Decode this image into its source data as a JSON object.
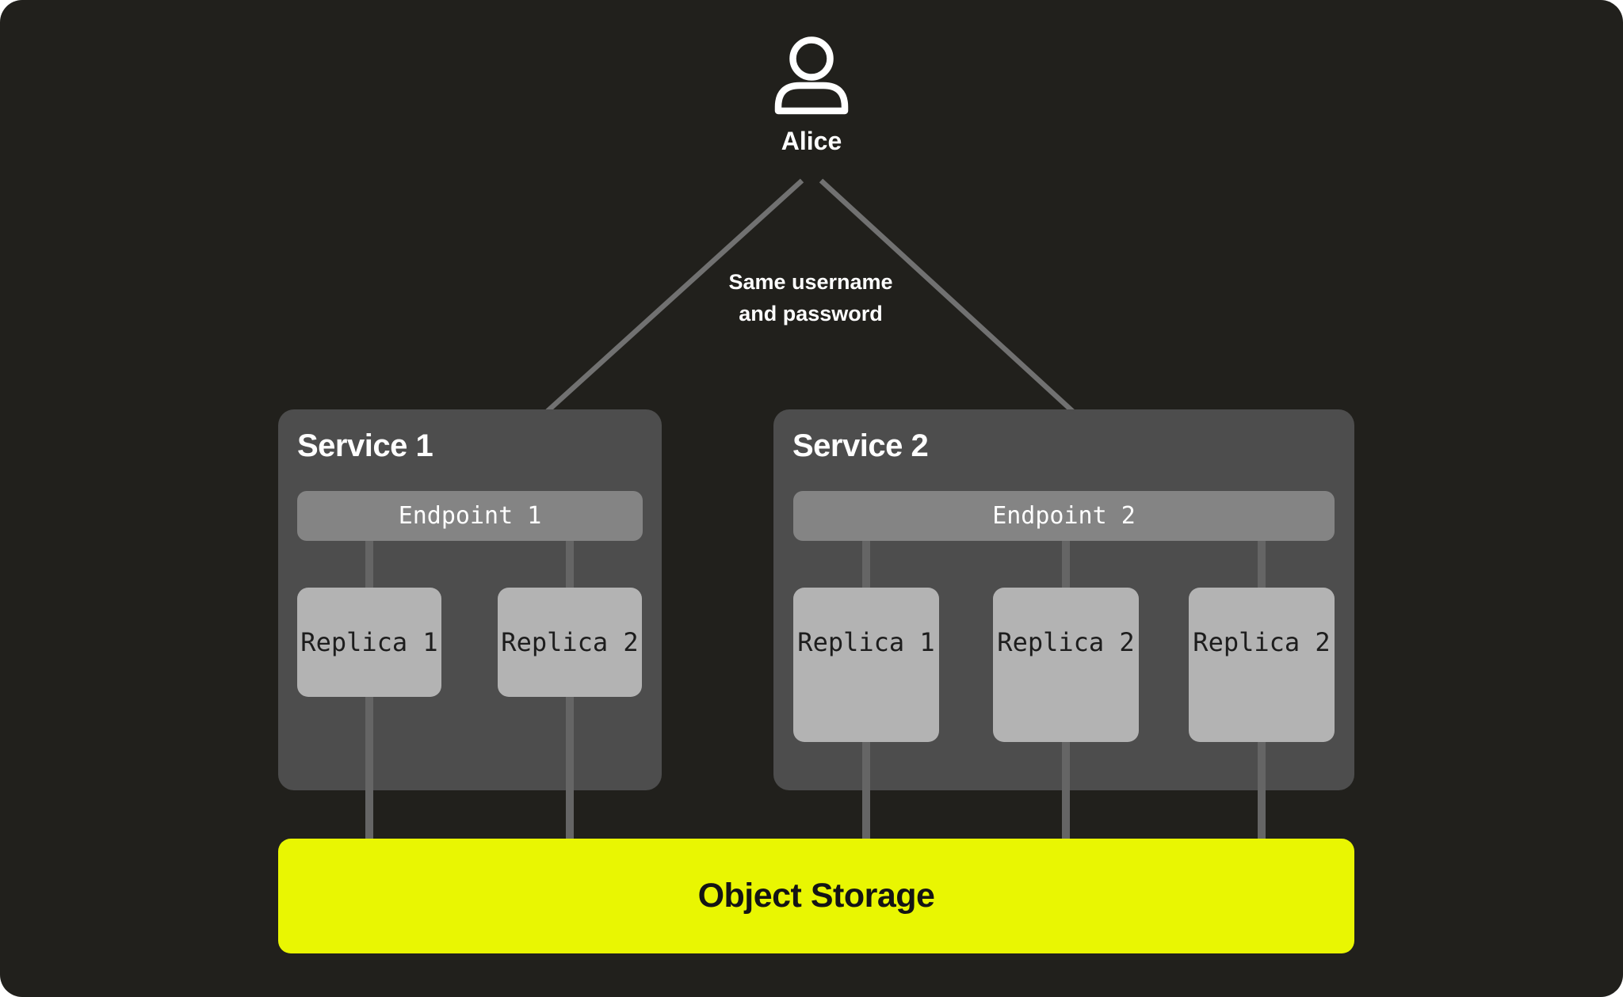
{
  "user": {
    "name": "Alice"
  },
  "annotation": {
    "line1": "Same username",
    "line2": "and password"
  },
  "services": [
    {
      "title": "Service 1",
      "endpoint": "Endpoint 1",
      "replicas": [
        "Replica 1",
        "Replica 2"
      ]
    },
    {
      "title": "Service 2",
      "endpoint": "Endpoint 2",
      "replicas": [
        "Replica 1",
        "Replica 2",
        "Replica 2"
      ]
    }
  ],
  "storage": {
    "label": "Object Storage"
  },
  "colors": {
    "background": "#21201c",
    "service_box": "#4d4d4d",
    "endpoint_bar": "#848484",
    "replica_box": "#b3b3b3",
    "connector": "#656565",
    "arrow": "#717171",
    "storage_bar": "#e9f602",
    "text_light": "#ffffff",
    "text_dark": "#141414"
  }
}
